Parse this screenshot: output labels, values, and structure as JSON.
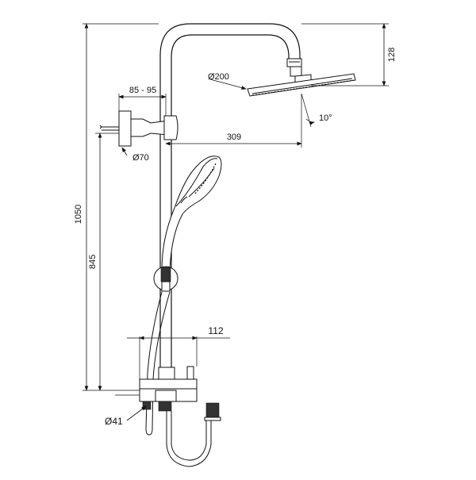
{
  "dimensions": {
    "height_total": "1050",
    "height_slider": "845",
    "head_height": "128",
    "head_diameter": "Ø200",
    "arm_reach": "309",
    "wall_offset": "85 - 95",
    "bracket_diameter": "Ø70",
    "mixer_width": "112",
    "outlet_diameter": "Ø41",
    "tilt_angle": "10°"
  }
}
